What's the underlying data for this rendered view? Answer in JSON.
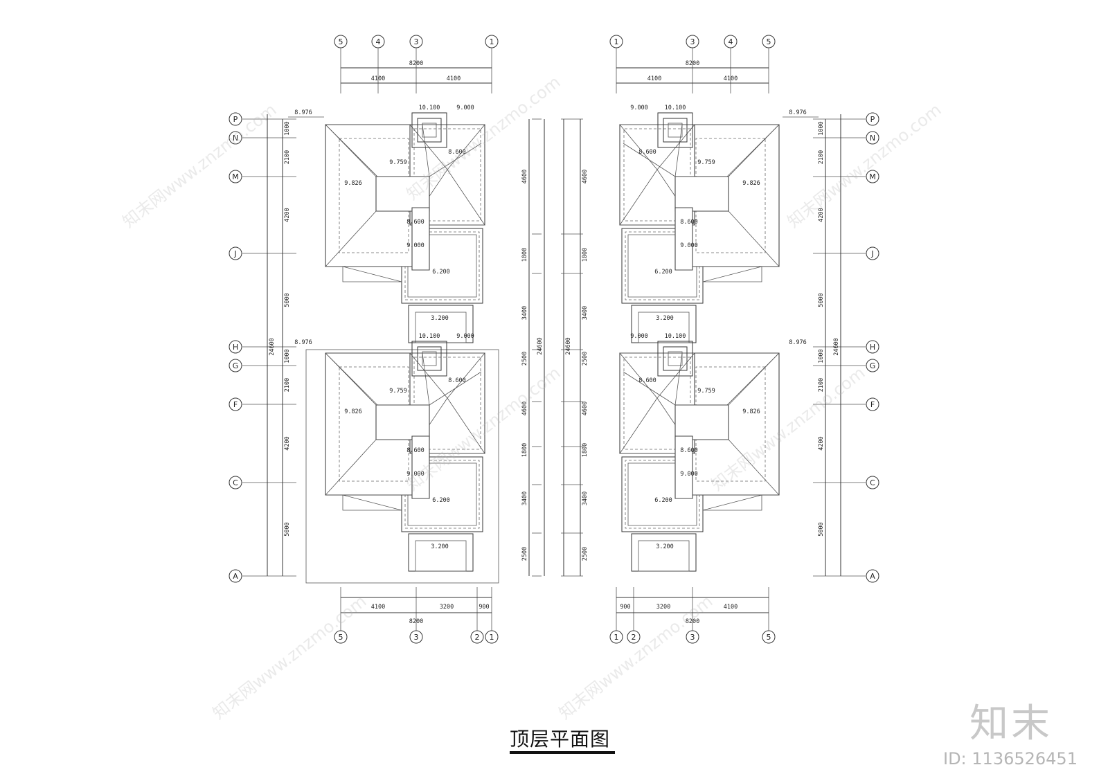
{
  "title": "顶层平面图",
  "watermark": {
    "brand": "知末",
    "id": "ID: 1136526451",
    "site": "知末网www.znzmo.com"
  },
  "left_plan": {
    "axes_top": [
      "5",
      "4",
      "3",
      "1"
    ],
    "axes_bottom": [
      "5",
      "3",
      "2",
      "1"
    ],
    "axes_rows": [
      "P",
      "N",
      "M",
      "J",
      "H",
      "G",
      "F",
      "C",
      "A"
    ],
    "dims_top_total": "8200",
    "dims_top_parts": [
      "4100",
      "4100"
    ],
    "dims_bottom_total": "8200",
    "dims_bottom_parts": [
      "4100",
      "3200",
      "900"
    ],
    "dims_side_outer_total": "24600",
    "dims_side_outer": [
      "1000",
      "2100",
      "4200",
      "5000",
      "1000",
      "2100",
      "4200",
      "5000"
    ],
    "dims_side_inner": [
      "4600",
      "1800",
      "3400",
      "2500",
      "4600",
      "1800",
      "3400",
      "2500"
    ]
  },
  "right_plan": {
    "axes_top": [
      "1",
      "3",
      "4",
      "5"
    ],
    "axes_bottom": [
      "1",
      "2",
      "3",
      "5"
    ],
    "axes_rows": [
      "P",
      "N",
      "M",
      "J",
      "H",
      "G",
      "F",
      "C",
      "A"
    ],
    "dims_top_total": "8200",
    "dims_top_parts": [
      "4100",
      "4100"
    ],
    "dims_bottom_total": "8200",
    "dims_bottom_parts": [
      "900",
      "3200",
      "4100"
    ],
    "dims_side_outer_total": "24600",
    "dims_side_outer": [
      "1000",
      "2100",
      "4200",
      "5000",
      "1000",
      "2100",
      "4200",
      "5000"
    ],
    "dims_side_inner": [
      "4600",
      "1800",
      "3400",
      "2500",
      "4600",
      "1800",
      "3400",
      "2500"
    ]
  },
  "elevations": {
    "e_10100": "10.100",
    "e_9000": "9.000",
    "e_8976": "8.976",
    "e_8600": "8.600",
    "e_9759": "9.759",
    "e_9826": "9.826",
    "e_6200": "6.200",
    "e_3200": "3.200"
  }
}
